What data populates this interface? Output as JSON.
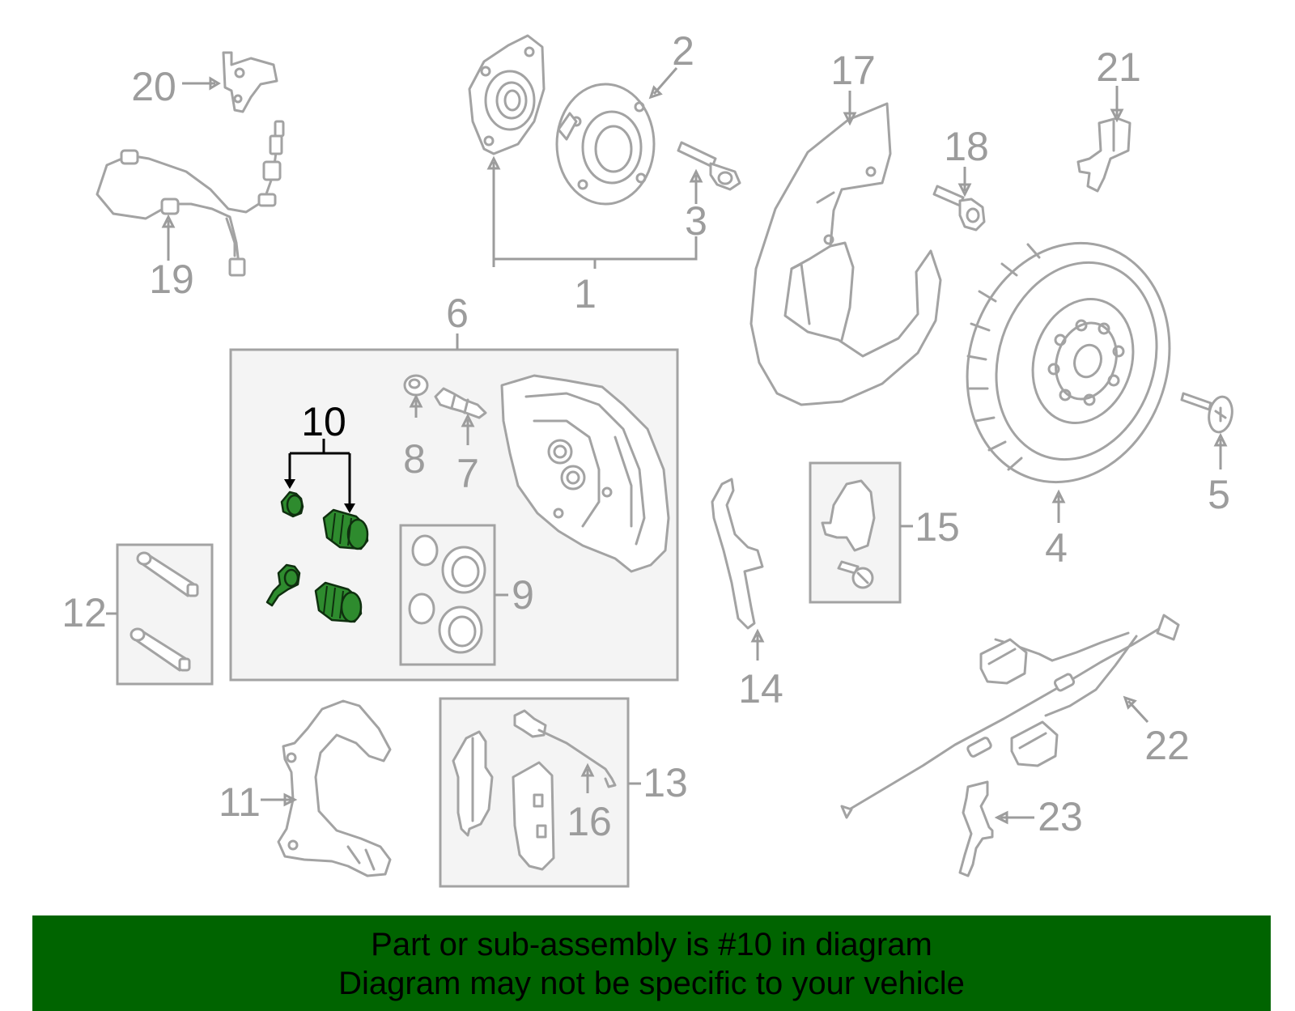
{
  "callouts": {
    "c1": "1",
    "c2": "2",
    "c3": "3",
    "c4": "4",
    "c5": "5",
    "c6": "6",
    "c7": "7",
    "c8": "8",
    "c9": "9",
    "c10": "10",
    "c11": "11",
    "c12": "12",
    "c13": "13",
    "c14": "14",
    "c15": "15",
    "c16": "16",
    "c17": "17",
    "c18": "18",
    "c19": "19",
    "c20": "20",
    "c21": "21",
    "c22": "22",
    "c23": "23"
  },
  "highlighted_part": "10",
  "colors": {
    "line_art": "#a3a3a3",
    "callout_text": "#9c9c9c",
    "highlight_fill": "#2e8b2e",
    "banner_background": "#006400",
    "banner_text": "#000000"
  },
  "banner": {
    "line1": "Part or sub-assembly is #10 in diagram",
    "line2": "Diagram may not be specific to your vehicle"
  }
}
